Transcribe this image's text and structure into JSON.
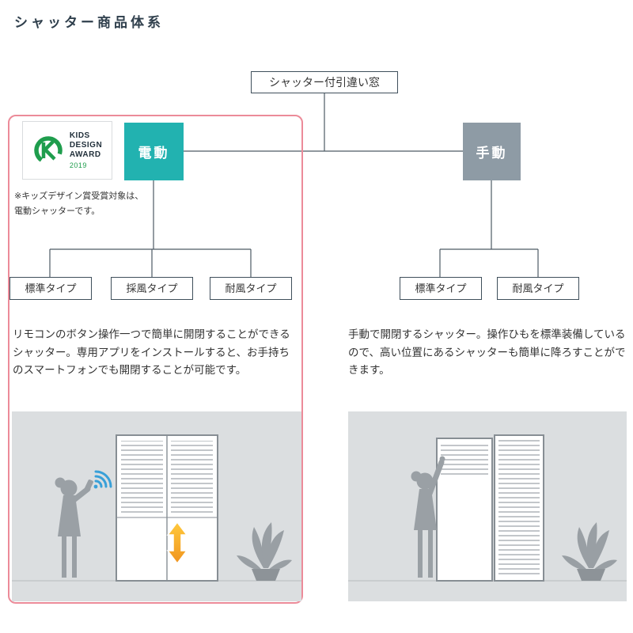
{
  "page": {
    "title": "シャッター商品体系"
  },
  "tree": {
    "root": "シャッター付引違い窓",
    "electric": {
      "label": "電動",
      "children": [
        "標準タイプ",
        "採風タイプ",
        "耐風タイプ"
      ],
      "description": "リモコンのボタン操作一つで簡単に開閉することができるシャッター。専用アプリをインストールすると、お手持ちのスマートフォンでも開閉することが可能です。"
    },
    "manual": {
      "label": "手動",
      "children": [
        "標準タイプ",
        "耐風タイプ"
      ],
      "description": "手動で開閉するシャッター。操作ひもを標準装備しているので、高い位置にあるシャッターも簡単に降ろすことができます。"
    }
  },
  "award": {
    "brand_lines": [
      "KIDS",
      "DESIGN",
      "AWARD"
    ],
    "year": "2019",
    "note_line1": "※キッズデザイン賞受賞対象は、",
    "note_line2": "電動シャッターです。"
  },
  "colors": {
    "electric_teal": "#22b2b0",
    "manual_gray": "#8e9ba5",
    "frame_pink": "#ec8b99",
    "award_green": "#1f9d4d",
    "wifi_blue": "#39a0d8",
    "arrow_yellow": "#f6a71f",
    "illustration_bg": "#dbdee0",
    "silhouette_gray": "#9aa0a5"
  }
}
